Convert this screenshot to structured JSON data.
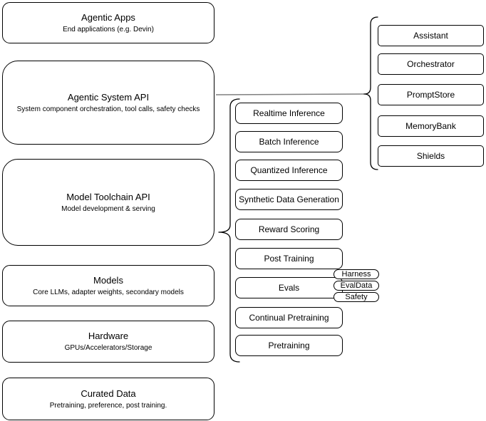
{
  "diagram": {
    "stack": [
      {
        "title": "Agentic Apps",
        "subtitle": "End applications (e.g. Devin)"
      },
      {
        "title": "Agentic System API",
        "subtitle": "System component orchestration, tool calls, safety checks"
      },
      {
        "title": "Model Toolchain API",
        "subtitle": "Model development & serving"
      },
      {
        "title": "Models",
        "subtitle": "Core LLMs, adapter weights, secondary models"
      },
      {
        "title": "Hardware",
        "subtitle": "GPUs/Accelerators/Storage"
      },
      {
        "title": "Curated Data",
        "subtitle": "Pretraining, preference, post training."
      }
    ],
    "toolchain_components": [
      "Realtime Inference",
      "Batch Inference",
      "Quantized Inference",
      "Synthetic Data Generation",
      "Reward Scoring",
      "Post Training",
      "Evals",
      "Continual Pretraining",
      "Pretraining"
    ],
    "eval_tags": [
      "Harness",
      "EvalData",
      "Safety"
    ],
    "system_components": [
      "Assistant",
      "Orchestrator",
      "PromptStore",
      "MemoryBank",
      "Shields"
    ],
    "colors": {
      "stroke": "#000000",
      "fill": "#ffffff",
      "connector": "#808080",
      "text": "#000000"
    }
  }
}
